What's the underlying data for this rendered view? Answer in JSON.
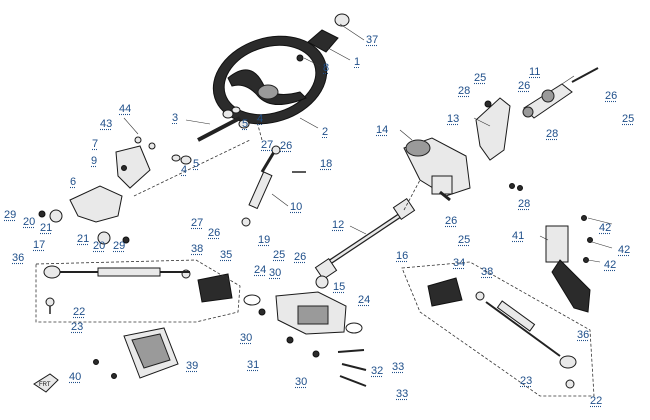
{
  "labels": {
    "l1": "1",
    "l2": "2",
    "l3": "3",
    "l4a": "4",
    "l4b": "4",
    "l5a": "5",
    "l5b": "5",
    "l6": "6",
    "l7": "7",
    "l8": "8",
    "l9": "9",
    "l10": "10",
    "l11": "11",
    "l12": "12",
    "l13": "13",
    "l14": "14",
    "l15": "15",
    "l16": "16",
    "l17": "17",
    "l18": "18",
    "l19": "19",
    "l20a": "20",
    "l20b": "20",
    "l21a": "21",
    "l21b": "21",
    "l22a": "22",
    "l22b": "22",
    "l23a": "23",
    "l23b": "23",
    "l24a": "24",
    "l24b": "24",
    "l25a": "25",
    "l25b": "25",
    "l25c": "25",
    "l25d": "25",
    "l26a": "26",
    "l26b": "26",
    "l26c": "26",
    "l26d": "26",
    "l26e": "26",
    "l26f": "26",
    "l27a": "27",
    "l27b": "27",
    "l28a": "28",
    "l28b": "28",
    "l28c": "28",
    "l29a": "29",
    "l29b": "29",
    "l30a": "30",
    "l30b": "30",
    "l30c": "30",
    "l31": "31",
    "l32": "32",
    "l33a": "33",
    "l33b": "33",
    "l34": "34",
    "l35": "35",
    "l36a": "36",
    "l36b": "36",
    "l37": "37",
    "l38a": "38",
    "l38b": "38",
    "l39": "39",
    "l40": "40",
    "l41": "41",
    "l42a": "42",
    "l42b": "42",
    "l42c": "42",
    "l43": "43",
    "l44": "44"
  },
  "colors": {
    "label_text": "#1f4f8a",
    "line_art": "#1a1a1a",
    "part_fill": "#e9e9e9"
  },
  "icons": {
    "front_arrow": "front-direction-arrow-icon"
  }
}
